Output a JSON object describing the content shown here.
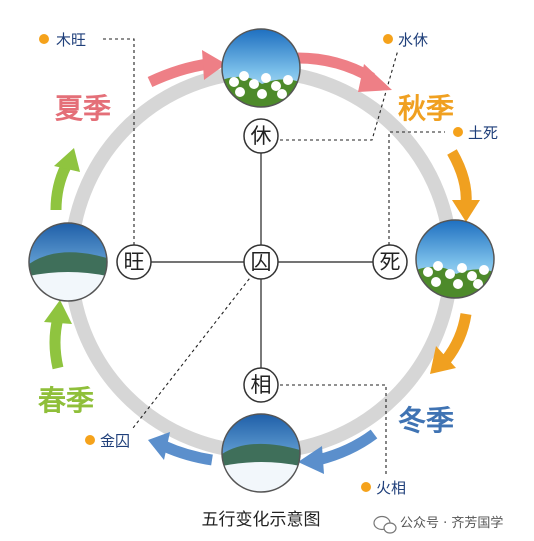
{
  "seasons": {
    "summer": {
      "label": "夏季",
      "color": "#e46f78"
    },
    "autumn": {
      "label": "秋季",
      "color": "#f0a020"
    },
    "winter": {
      "label": "冬季",
      "color": "#3f73b3"
    },
    "spring": {
      "label": "春季",
      "color": "#8fbf3a"
    }
  },
  "states": {
    "top": "休",
    "right": "死",
    "bottom": "相",
    "left": "旺",
    "center": "囚"
  },
  "labels": {
    "wood": "木旺",
    "water": "水休",
    "earth": "土死",
    "metal": "金囚",
    "fire": "火相"
  },
  "caption": "五行变化示意图",
  "watermark": "公众号 · 齐芳国学",
  "colors": {
    "ring": "#d6d6d6",
    "dot": "#f5a21b",
    "arrow_summer_autumn": "#ee7f86",
    "arrow_autumn_winter": "#f0a020",
    "arrow_winter_spring": "#5b8fcc",
    "arrow_spring_summer": "#8fc43f"
  }
}
